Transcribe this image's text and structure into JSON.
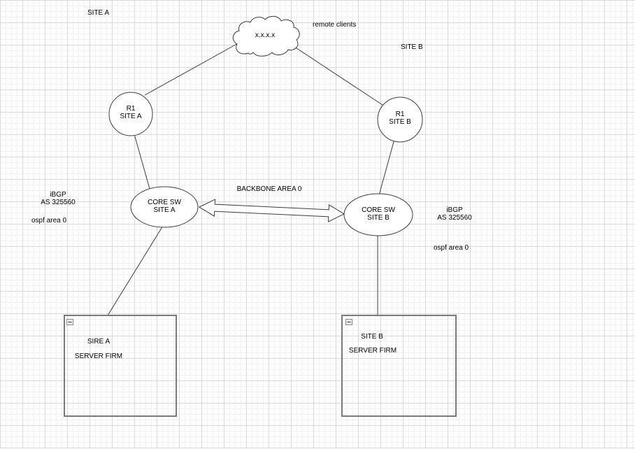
{
  "canvas": {
    "grid_major_color": "#d9d9d9",
    "grid_minor_color": "#f1f1f1",
    "edge_color": "#3c3c3c",
    "box_border_color": "#7a7a7a",
    "background_color": "#ffffff"
  },
  "annotations": {
    "site_a": "SITE A",
    "remote_clients": "remote clients",
    "site_b": "SITE B",
    "backbone": "BACKBONE AREA 0",
    "ibgp_left": {
      "line1": "iBGP",
      "line2": "AS 325560"
    },
    "ospf_left": "ospf area 0",
    "ibgp_right": {
      "line1": "iBGP",
      "line2": "AS 325560"
    },
    "ospf_right": "ospf area 0"
  },
  "nodes": {
    "cloud": {
      "label": "x.x.x.x"
    },
    "router_a": {
      "line1": "R1",
      "line2": "SITE A"
    },
    "router_b": {
      "line1": "R1",
      "line2": "SITE B"
    },
    "core_switch_a": {
      "line1": "CORE SW",
      "line2": "SITE A"
    },
    "core_switch_b": {
      "line1": "CORE SW",
      "line2": "SITE B"
    },
    "server_farm_a": {
      "line1": "SIRE A",
      "line2": "SERVER FIRM"
    },
    "server_farm_b": {
      "line1": "SITE B",
      "line2": "SERVER FIRM"
    }
  }
}
